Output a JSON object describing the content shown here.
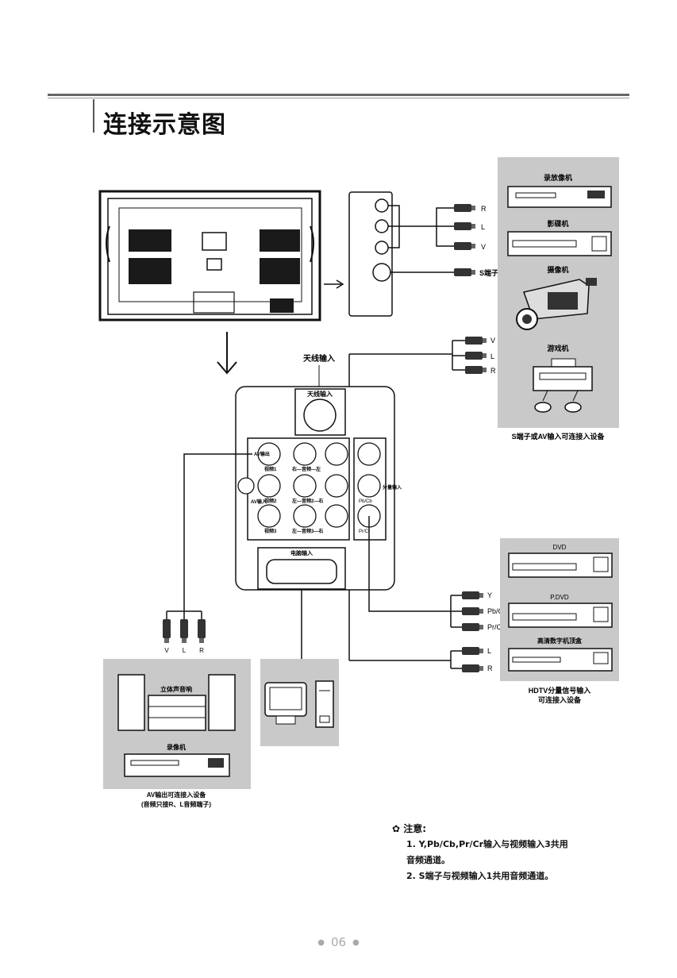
{
  "page": {
    "title": "连接示意图",
    "page_number": "06"
  },
  "tv_side_panel": {
    "jacks": {
      "r": "R",
      "l": "L",
      "v": "V",
      "s_terminal": "S端子"
    }
  },
  "right_devices_av": {
    "group_label": "S端子或AV输入可连接入设备",
    "devices": [
      "录放像机",
      "影碟机",
      "摄像机",
      "游戏机"
    ],
    "jacks": {
      "v": "V",
      "l": "L",
      "r": "R"
    }
  },
  "rear_panel": {
    "antenna_label": "天线输入",
    "antenna_box_label": "天线输入",
    "av_input_label": "AV输入",
    "av_output_label": "AV输出",
    "component_label": "分量输入",
    "pc_input_label": "电脑输入",
    "row_labels": [
      "视频1",
      "视频2",
      "视频3"
    ],
    "row_audio_labels": [
      "右—音频—左",
      "左—音频2—右",
      "左—音频3—右"
    ],
    "component_jacks": [
      "Pb/Cb",
      "Pr/Cr"
    ]
  },
  "component_devices": {
    "devices": [
      "DVD",
      "P.DVD",
      "高清数字机顶盒"
    ],
    "jacks": [
      "Y",
      "Pb/Cb",
      "Pr/Cr",
      "L",
      "R"
    ],
    "group_label_line1": "HDTV分量信号输入",
    "group_label_line2": "可连接入设备"
  },
  "av_output_devices": {
    "jacks": [
      "V",
      "L",
      "R"
    ],
    "devices": [
      "立体声音响",
      "录像机"
    ],
    "group_label_line1": "AV输出可连接入设备",
    "group_label_line2": "(音频只接R、L音频端子)"
  },
  "notes": {
    "heading": "注意:",
    "item1_line1": "1. Y,Pb/Cb,Pr/Cr输入与视频输入3共用",
    "item1_line2": "音频通道。",
    "item2": "2. S端子与视频输入1共用音频通道。"
  },
  "colors": {
    "device_panel": "#c9c9c9",
    "dark_block": "#1a1a1a",
    "line": "#222222"
  }
}
